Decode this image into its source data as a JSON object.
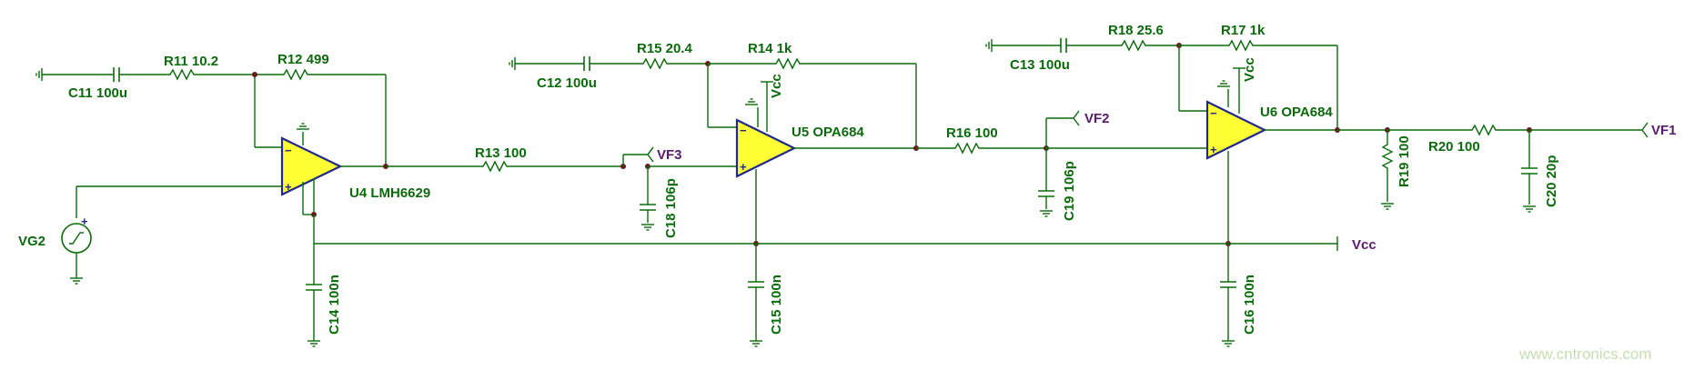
{
  "components": {
    "c11": "C11 100u",
    "r11": "R11 10.2",
    "r12": "R12 499",
    "c12": "C12 100u",
    "r15": "R15 20.4",
    "r14": "R14 1k",
    "c13": "C13 100u",
    "r18": "R18 25.6",
    "r17": "R17 1k",
    "r13": "R13 100",
    "r16": "R16 100",
    "r20": "R20 100",
    "r19": "R19 100",
    "c18": "C18 106p",
    "c19": "C19 106p",
    "c20": "C20 20p",
    "c14": "C14 100n",
    "c15": "C15 100n",
    "c16": "C16 100n",
    "u4": "U4 LMH6629",
    "u5": "U5 OPA684",
    "u6": "U6 OPA684",
    "vg2": "VG2"
  },
  "nets": {
    "vf1": "VF1",
    "vf2": "VF2",
    "vf3": "VF3",
    "vcc": "Vcc",
    "vcc_u5": "Vcc",
    "vcc_u6": "Vcc"
  },
  "pins": {
    "minus": "−",
    "plus": "+"
  },
  "watermark": "www.cntronics.com"
}
